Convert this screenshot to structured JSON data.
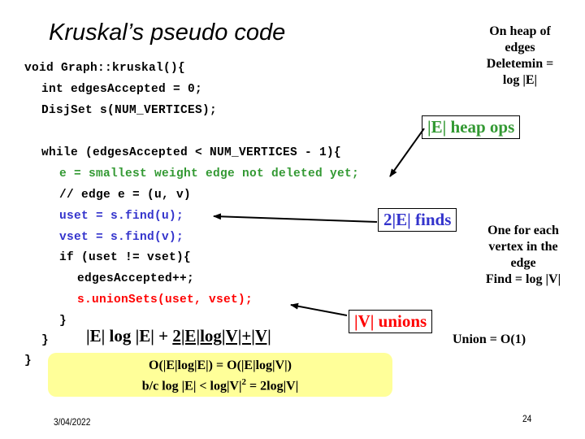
{
  "slide": {
    "title": "Kruskal’s pseudo code",
    "code_lines": [
      {
        "text": "void Graph::kruskal(){",
        "color": "black"
      },
      {
        "text": "int edgesAccepted = 0;",
        "color": "black"
      },
      {
        "text": "DisjSet s(NUM_VERTICES);",
        "color": "black"
      },
      {
        "text": "while (edgesAccepted < NUM_VERTICES - 1){",
        "color": "black"
      },
      {
        "text": "e = smallest weight edge not deleted yet;",
        "color": "green"
      },
      {
        "text": "// edge e = (u, v)",
        "color": "black"
      },
      {
        "text": "uset = s.find(u);",
        "color": "blue"
      },
      {
        "text": "vset = s.find(v);",
        "color": "blue"
      },
      {
        "text": "if (uset != vset){",
        "color": "black"
      },
      {
        "text": "edgesAccepted++;",
        "color": "black"
      },
      {
        "text": "s.unionSets(uset, vset);",
        "color": "red"
      },
      {
        "text": "}",
        "color": "black"
      },
      {
        "text": "}",
        "color": "black"
      },
      {
        "text": "}",
        "color": "black"
      }
    ],
    "notes": {
      "heap": [
        "On heap of",
        "edges",
        "Deletemin =",
        "log |E|"
      ],
      "find": [
        "One for each",
        "vertex in the",
        "edge",
        "Find = log |V|"
      ],
      "union": "Union = O(1)"
    },
    "callouts": {
      "heap_ops": "|E| heap ops",
      "finds": "2|E| finds",
      "unions": "|V| unions"
    },
    "formula": {
      "part1": "|E| log |E| + ",
      "part2": "2|E|log|V|+|V|"
    },
    "summary": {
      "line1": "O(|E|log|E|) = O(|E|log|V|)",
      "line2_pre": "b/c log |E| < log|V|",
      "line2_sup": "2",
      "line2_post": " = 2log|V|"
    },
    "footer": {
      "date": "3/04/2022",
      "page_number": "24"
    },
    "colors": {
      "code_black": "#000000",
      "code_green": "#339933",
      "code_blue": "#3333cc",
      "code_red": "#ff0000",
      "highlight_yellow": "#ffff99"
    }
  }
}
